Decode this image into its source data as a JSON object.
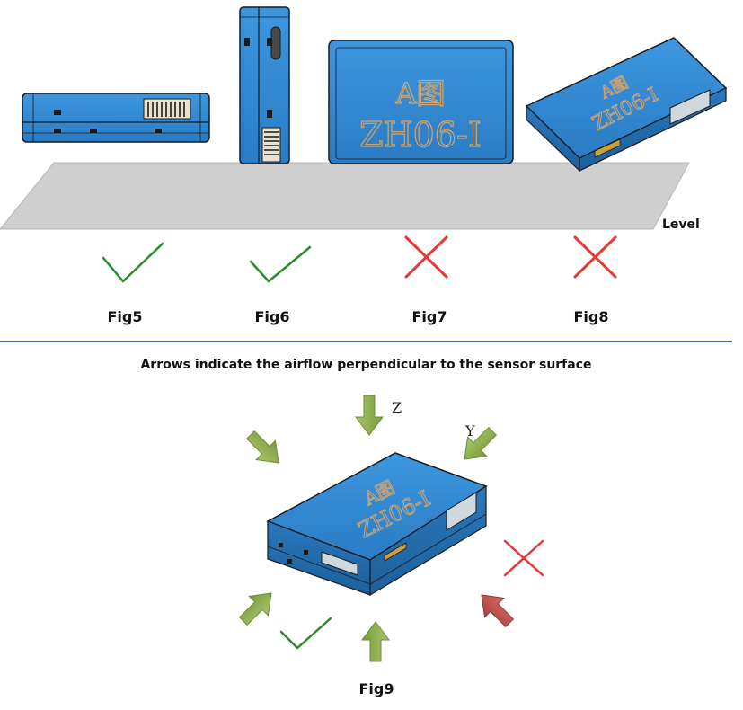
{
  "labels": {
    "level": "Level",
    "fig5": "Fig5",
    "fig6": "Fig6",
    "fig7": "Fig7",
    "fig8": "Fig8",
    "fig9": "Fig9",
    "caption": "Arrows indicate the airflow perpendicular to the sensor surface",
    "axis_z": "Z",
    "axis_y": "Y"
  },
  "module_marking": {
    "logo": "A图",
    "model": "ZH06-Ⅰ"
  },
  "verdicts": {
    "fig5": "correct",
    "fig6": "correct",
    "fig7": "incorrect",
    "fig8": "incorrect"
  },
  "icons": {
    "correct": "check-icon",
    "incorrect": "cross-icon",
    "airflow_ok": "arrow-icon",
    "airflow_bad": "arrow-icon"
  },
  "colors": {
    "sensor_blue": "#2f87cf",
    "sensor_blue_dark": "#1c5f9a",
    "level_gray": "#cfcfcf",
    "divider": "#3d6cb0",
    "check_green": "#2c8a2c",
    "cross_red": "#e53935",
    "arrow_green": "#8aab4a",
    "arrow_red": "#c0504d",
    "marking": "#d4a46c"
  }
}
